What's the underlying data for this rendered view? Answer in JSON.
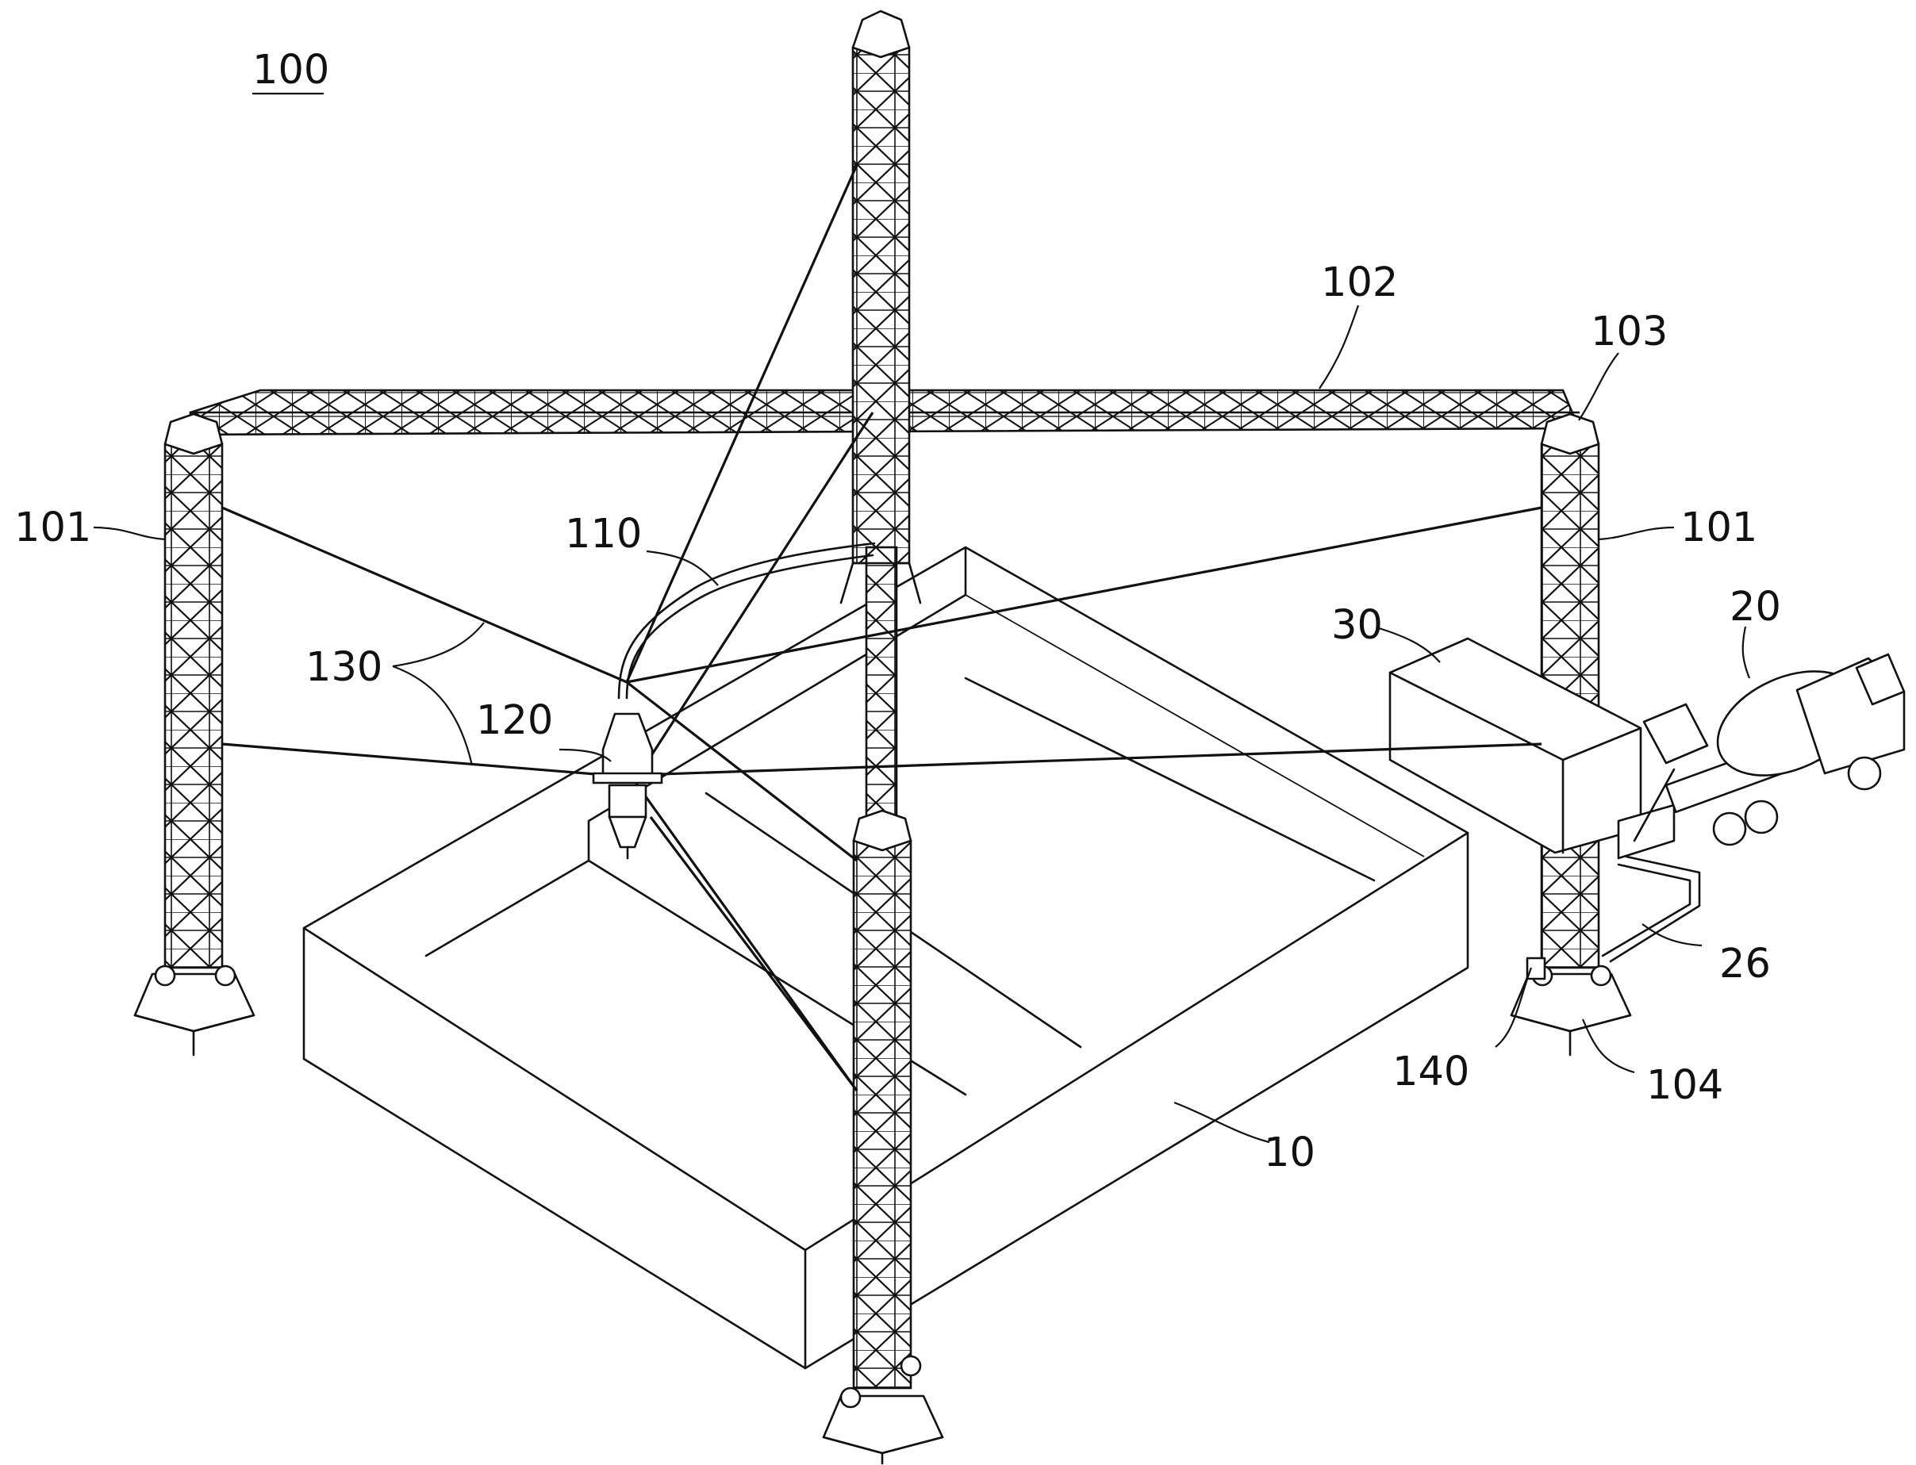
{
  "figure": {
    "labels": {
      "system": "100",
      "tower_left": "101",
      "tower_right": "101",
      "gantry_truss": "102",
      "tower_cap": "103",
      "tower_base": "104",
      "hose": "110",
      "print_head": "120",
      "cables": "130",
      "winch": "140",
      "formwork": "10",
      "mixer_truck": "20",
      "pipe": "26",
      "pump_unit": "30"
    }
  }
}
